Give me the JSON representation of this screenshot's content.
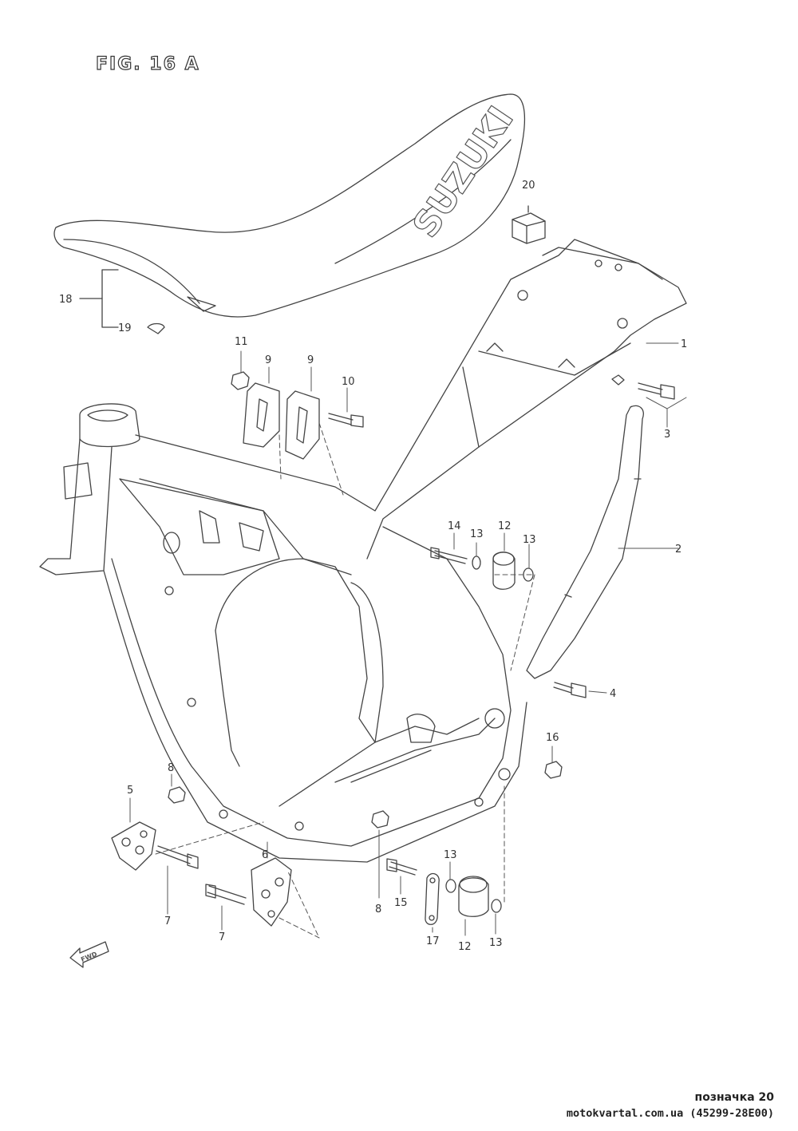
{
  "figure": {
    "title": "FIG. 16 A",
    "seat_brand": "SUZUKI",
    "front_arrow_text": "FWD"
  },
  "parts": [
    {
      "id": "p1",
      "number": "1"
    },
    {
      "id": "p2",
      "number": "2"
    },
    {
      "id": "p3",
      "number": "3"
    },
    {
      "id": "p4",
      "number": "4"
    },
    {
      "id": "p5",
      "number": "5"
    },
    {
      "id": "p6",
      "number": "6"
    },
    {
      "id": "p7a",
      "number": "7"
    },
    {
      "id": "p7b",
      "number": "7"
    },
    {
      "id": "p8a",
      "number": "8"
    },
    {
      "id": "p8b",
      "number": "8"
    },
    {
      "id": "p9a",
      "number": "9"
    },
    {
      "id": "p9b",
      "number": "9"
    },
    {
      "id": "p10",
      "number": "10"
    },
    {
      "id": "p11",
      "number": "11"
    },
    {
      "id": "p12a",
      "number": "12"
    },
    {
      "id": "p12b",
      "number": "12"
    },
    {
      "id": "p13a",
      "number": "13"
    },
    {
      "id": "p13b",
      "number": "13"
    },
    {
      "id": "p13c",
      "number": "13"
    },
    {
      "id": "p13d",
      "number": "13"
    },
    {
      "id": "p14",
      "number": "14"
    },
    {
      "id": "p15",
      "number": "15"
    },
    {
      "id": "p16",
      "number": "16"
    },
    {
      "id": "p17",
      "number": "17"
    },
    {
      "id": "p18",
      "number": "18"
    },
    {
      "id": "p19",
      "number": "19"
    },
    {
      "id": "p20",
      "number": "20"
    }
  ],
  "footer": {
    "reference": "позначка 20",
    "site": "motokvartal.com.ua (45299-28E00)"
  }
}
